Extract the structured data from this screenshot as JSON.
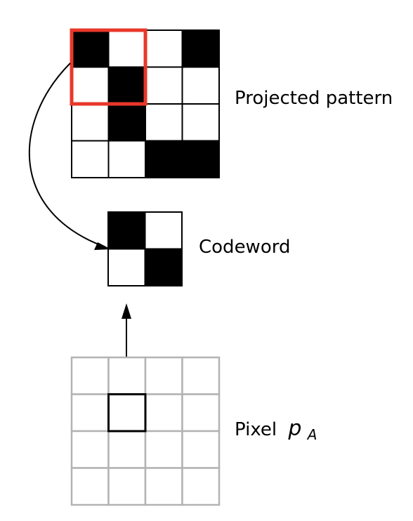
{
  "labels": {
    "projected_pattern": "Projected pattern",
    "codeword": "Codeword",
    "pixel_prefix": "Pixel",
    "pixel_symbol": "p",
    "pixel_subscript": "A"
  },
  "projected_pattern": {
    "rows": 4,
    "cols": 4,
    "cells": [
      [
        1,
        0,
        0,
        1
      ],
      [
        0,
        1,
        0,
        0
      ],
      [
        0,
        1,
        0,
        0
      ],
      [
        0,
        0,
        1,
        1
      ]
    ],
    "highlight": {
      "row": 0,
      "col": 0,
      "size": 2
    }
  },
  "codeword": {
    "rows": 2,
    "cols": 2,
    "cells": [
      [
        1,
        0
      ],
      [
        0,
        1
      ]
    ]
  },
  "pixel_grid": {
    "rows": 4,
    "cols": 4,
    "selected": {
      "row": 1,
      "col": 1
    }
  },
  "colors": {
    "filled": "#000000",
    "empty": "#ffffff",
    "grid_line": "#000000",
    "pixel_grid_line": "#b3b3b3",
    "highlight": "#e8382a",
    "arrow": "#000000"
  }
}
